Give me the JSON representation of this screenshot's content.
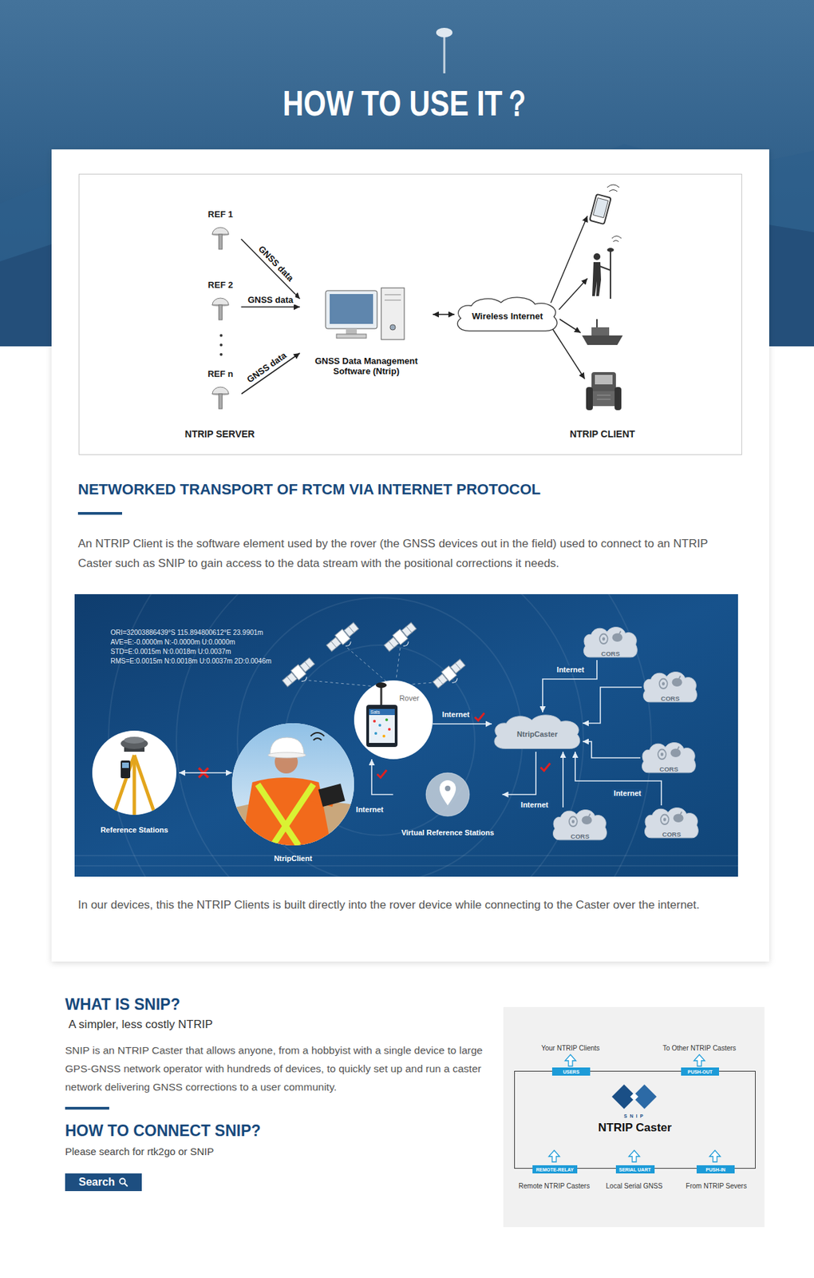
{
  "diagram": {
    "title": "HOW TO USE IT？",
    "nodes": [
      {
        "text": [
          "REF 1"
        ]
      },
      {
        "text": [
          "REF 2"
        ]
      },
      {
        "text": [
          "REF n"
        ]
      },
      {
        "text": [
          "GNSS Data Management Software (Ntrip)"
        ]
      },
      {
        "text": [
          "Wireless Internet"
        ]
      },
      {
        "text": [
          "Reference Stations"
        ]
      },
      {
        "text": [
          "NtripClient"
        ]
      },
      {
        "text": [
          "Rover"
        ]
      },
      {
        "text": [
          "Virtual Reference Stations"
        ]
      },
      {
        "text": [
          "NtripCaster"
        ]
      },
      {
        "text": [
          "CORS"
        ]
      },
      {
        "text": [
          "CORS"
        ]
      },
      {
        "text": [
          "CORS"
        ]
      },
      {
        "text": [
          "CORS"
        ]
      },
      {
        "text": [
          "CORS"
        ]
      },
      {
        "text": [
          "SNIP",
          "NTRIP Caster"
        ]
      },
      {
        "text": [
          "USERS"
        ],
        "in": 15
      },
      {
        "text": [
          "PUSH-OUT"
        ],
        "in": 15
      },
      {
        "text": [
          "REMOTE-RELAY"
        ],
        "in": 15
      },
      {
        "text": [
          "SERIAL UART"
        ],
        "in": 15
      },
      {
        "text": [
          "PUSH-IN"
        ],
        "in": 15
      },
      {
        "text": [
          "Search"
        ]
      }
    ],
    "edges": [
      {
        "from": 0,
        "to": 3,
        "label": "GNSS data",
        "arrow": "to"
      },
      {
        "from": 1,
        "to": 3,
        "label": "GNSS data",
        "arrow": "to"
      },
      {
        "from": 2,
        "to": 3,
        "label": "GNSS data",
        "arrow": "to"
      },
      {
        "from": 3,
        "to": 4,
        "arrow": "both"
      },
      {
        "from": 5,
        "to": 6,
        "arrow": "both"
      },
      {
        "from": 7,
        "to": 9,
        "label": "Internet",
        "arrow": "to"
      },
      {
        "from": 9,
        "to": 8,
        "arrow": "to"
      },
      {
        "from": 8,
        "to": 7,
        "label": "Internet",
        "arrow": "to"
      },
      {
        "from": 10,
        "to": 9,
        "label": "Internet",
        "arrow": "to"
      },
      {
        "from": 11,
        "to": 9,
        "arrow": "to"
      },
      {
        "from": 12,
        "to": 9,
        "arrow": "to"
      },
      {
        "from": 13,
        "to": 9,
        "label": "Internet",
        "arrow": "to"
      },
      {
        "from": 14,
        "to": 9,
        "label": "Internet",
        "arrow": "to"
      }
    ],
    "labels": [
      "NTRIP SERVER",
      "NTRIP CLIENT",
      "NETWORKED TRANSPORT OF RTCM VIA INTERNET PROTOCOL",
      "An NTRIP Client is the software element used by the rover (the GNSS devices out in the field) used to connect to an NTRIP Caster such as SNIP to gain access to the data stream with the positional corrections it needs.",
      "ORI=32003886439°S 115.894800612°E 23.9901m",
      "AVE=E:-0.0000m N:-0.0000m U:0.0000m",
      "STD=E:0.0015m N:0.0018m U:0.0037m",
      "RMS=E:0.0015m N:0.0018m U:0.0037m 2D:0.0046m",
      "Sats",
      "In our devices, this the NTRIP Clients is built directly into the rover device while connecting to the Caster over the internet.",
      "WHAT IS SNIP?",
      "A simpler, less costly NTRIP",
      "SNIP is an NTRIP Caster that allows anyone, from a hobbyist with a single device to large GPS-GNSS network operator with hundreds of devices, to quickly set up and run a caster network delivering GNSS corrections to a user community.",
      "HOW TO CONNECT SNIP?",
      "Please search for rtk2go or SNIP",
      "Your NTRIP Clients",
      "To Other NTRIP Casters",
      "Remote NTRIP Casters",
      "Local Serial GNSS",
      "From NTRIP Severs"
    ]
  }
}
